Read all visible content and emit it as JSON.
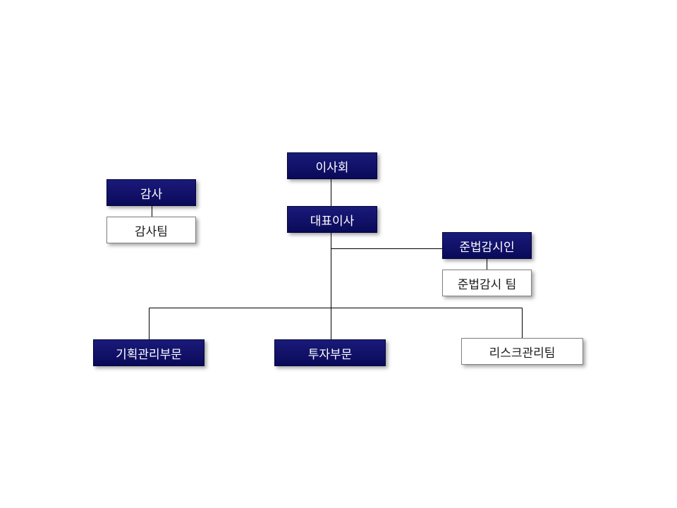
{
  "org_chart": {
    "board": {
      "label": "이사회"
    },
    "ceo": {
      "label": "대표이사"
    },
    "auditor": {
      "label": "감사"
    },
    "audit_team": {
      "label": "감사팀"
    },
    "compliance_officer": {
      "label": "준법감시인"
    },
    "compliance_team": {
      "label": "준법감시 팀"
    },
    "planning_division": {
      "label": "기획관리부문"
    },
    "investment_division": {
      "label": "투자부문"
    },
    "risk_team": {
      "label": "리스크관리팀"
    }
  },
  "colors": {
    "dark_box": "#0a0a5a",
    "light_box_border": "#808080",
    "connector": "#000000"
  }
}
